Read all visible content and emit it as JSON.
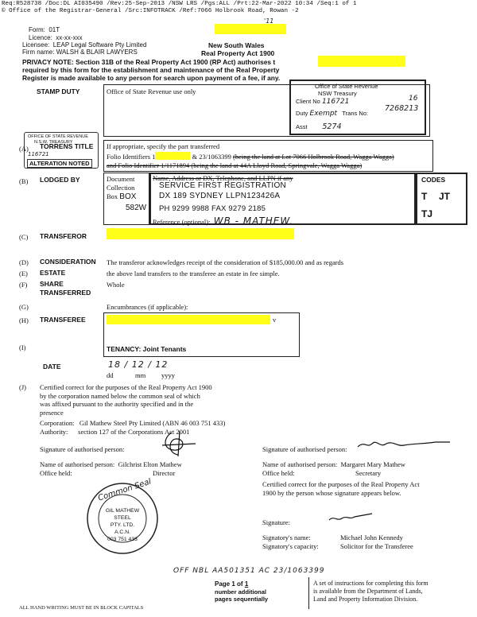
{
  "header": {
    "line1": "Req:R528738 /Doc:DL AI035490 /Rev:25-Sep-2013 /NSW LRS /Pgs:ALL /Prt:22-Mar-2022 10:34 /Seq:1 of 1",
    "line2": "© Office of the Registrar-General /Src:INFOTRACK /Ref:7066 Holbrook Road, Rowan -2"
  },
  "form": {
    "form_label": "Form:",
    "form_value": "01T",
    "licence_label": "Licence:",
    "licence_value": "xx-xx-xxx",
    "licensee_label": "Licensee:",
    "licensee_value": "LEAP Legal Software Pty Limited",
    "firm_label": "Firm name:",
    "firm_value": "WALSH & BLAIR LAWYERS",
    "state": "New South Wales",
    "act": "Real Property Act 1900",
    "top_mark": "'11"
  },
  "privacy": {
    "line1": "PRIVACY NOTE: Section 31B of the Real Property Act 1900 (RP Act) authorises t",
    "line2": "required by this form for the establishment and maintenance of the Real Property",
    "line3": "Register is made available to any person for search upon payment of a fee, if any."
  },
  "stamp": {
    "label": "STAMP DUTY",
    "text": "Office of State Revenue use only",
    "osr_title": "Office of State Revenue",
    "osr_sub": "NSW Treasury",
    "client_label": "Client No",
    "client_value": "116721",
    "batch": "16",
    "duty_label": "Duty",
    "duty_value": "Exempt",
    "trans_label": "Trans No:",
    "trans_value": "7268213",
    "asst_label": "Asst",
    "asst_value": "5274"
  },
  "rev_stamp": {
    "line1": "OFFICE OF STATE REVENUE",
    "line2": "N.S.W. TREASURY",
    "line3": "TORRENS TITLE",
    "line4": "116721",
    "line5": "ALTERATION NOTED"
  },
  "rows": {
    "a_letter": "(A)",
    "a_label": "TORRENS TITLE",
    "a_text1": "If appropriate, specify the part transferred",
    "a_text2a": "Folio Identifiers 1",
    "a_text2b": "& 23/1063399",
    "a_text2c": "(being the land at Lot 7066 Holbrook Road, Wagga Wagga)",
    "a_text3": "and Folio Identifier 1/1171894 (being the land at 44A Lloyd Road, Springvale, Wagga Wagga)",
    "b_letter": "(B)",
    "b_label": "LODGED BY",
    "b_doc1": "Document",
    "b_doc2": "Collection",
    "b_doc3": "Box",
    "b_box": "BOX",
    "b_box_no": "582W",
    "b_name_head": "Name, Address or DX, Telephone, and LLPN if any",
    "b_name1": "SERVICE FIRST REGISTRATION",
    "b_name2": "DX 189 SYDNEY LLPN123426A",
    "b_name3": "PH 9299 9988   FAX 9279 2185",
    "b_ref_label": "Reference (optional):",
    "b_ref_value": "WB - MATHEW.",
    "codes_label": "CODES",
    "code1": "T",
    "code2": "JT",
    "code3": "TJ",
    "c_letter": "(C)",
    "c_label": "TRANSFEROR",
    "d_letter": "(D)",
    "d_label": "CONSIDERATION",
    "d_text": "The transferor acknowledges receipt of the consideration of $185,000.00 and as regards",
    "e_letter": "(E)",
    "e_label": "ESTATE",
    "e_text": "the above land transfers to the transferee an estate in fee simple.",
    "f_letter": "(F)",
    "f_label1": "SHARE",
    "f_label2": "TRANSFERRED",
    "f_text": "Whole",
    "g_letter": "(G)",
    "g_text": "Encumbrances (if applicable):",
    "h_letter": "(H)",
    "h_label": "TRANSFEREE",
    "h_mark": "v",
    "i_letter": "(I)",
    "i_text": "TENANCY: Joint Tenants",
    "date_label": "DATE",
    "date_value": "18 / 12 / 12",
    "date_dd": "dd",
    "date_mm": "mm",
    "date_yyyy": "yyyy"
  },
  "execution": {
    "j_letter": "(J)",
    "cert1": "Certified correct for the purposes of the Real Property Act 1900",
    "cert2": "by the corporation named below the common seal of which",
    "cert3": "was affixed pursuant to the authority specified and in the",
    "cert4": "presence",
    "corp_label": "Corporation:",
    "corp_value": "Gil Mathew Steel Pty Limited (ABN 46 003 751 433)",
    "auth_label": "Authority:",
    "auth_value": "section 127 of the Corporations Act 2001",
    "sig_left_label": "Signature of authorised person:",
    "sig_right_label": "Signature of authorised person:",
    "name_left_label": "Name of authorised person:",
    "name_left_value": "Gilchrist Elton Mathew",
    "office_left_label": "Office held:",
    "office_left_value": "Director",
    "name_right_label": "Name of authorised person:",
    "name_right_value": "Margaret Mary Mathew",
    "office_right_label": "Office held:",
    "office_right_value": "Secretary",
    "cert_right1": "Certified correct for the purposes of the Real Property Act",
    "cert_right2": "1900 by the person whose signature appears below.",
    "signature_label": "Signature:",
    "signatory_label": "Signatory's name:",
    "signatory_value": "Michael John Kennedy",
    "capacity_label": "Signatory's capacity:",
    "capacity_value": "Solicitor for the Transferee"
  },
  "seal": {
    "ring": "Common Seal",
    "l1": "GIL MATHEW",
    "l2": "STEEL",
    "l3": "PTY. LTD.",
    "l4": "A.C.N.",
    "l5": "003 751 433"
  },
  "footer": {
    "handnote": "OFF NBL AA501351 AC 23/1063399",
    "page_a": "Page",
    "page_b": "1",
    "page_c": "of",
    "page_d": "1",
    "additional1": "number additional",
    "additional2": "pages sequentially",
    "instr1": "A set of instructions for completing this form",
    "instr2": "is available from the Department of Lands,",
    "instr3": "Land and Property Information Division.",
    "caps": "ALL HAND WRITING MUST BE IN BLOCK CAPITALS"
  }
}
